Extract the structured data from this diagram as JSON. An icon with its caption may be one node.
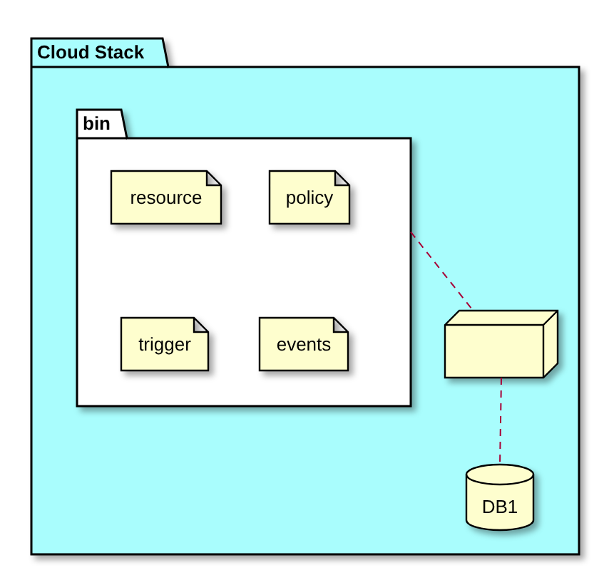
{
  "diagram": {
    "nodes": [
      {
        "text": [
          "Cloud Stack"
        ]
      },
      {
        "text": [
          "bin"
        ],
        "in": 0
      },
      {
        "text": [
          "resource"
        ],
        "in": 1
      },
      {
        "text": [
          "policy"
        ],
        "in": 1
      },
      {
        "text": [
          "trigger"
        ],
        "in": 1
      },
      {
        "text": [
          "events"
        ],
        "in": 1
      },
      {
        "text": [],
        "shape": "cube",
        "in": 0
      },
      {
        "text": [
          "DB1"
        ],
        "in": 0
      }
    ],
    "edges": [
      {
        "from": 1,
        "to": 6,
        "arrow": "none",
        "style": "dashed",
        "color": "#a80036"
      },
      {
        "from": 6,
        "to": 7,
        "arrow": "none",
        "style": "dashed",
        "color": "#a80036"
      }
    ]
  }
}
